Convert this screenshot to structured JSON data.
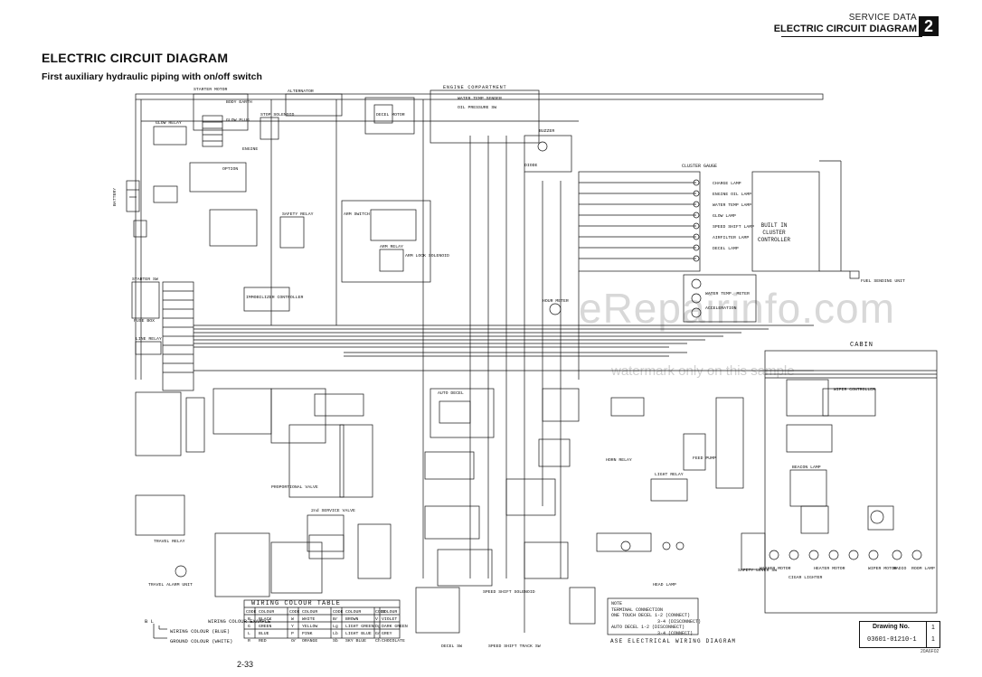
{
  "header": {
    "section": "SERVICE DATA",
    "chapter_title": "ELECTRIC CIRCUIT DIAGRAM",
    "chapter_number": "2"
  },
  "page": {
    "title": "ELECTRIC CIRCUIT DIAGRAM",
    "subtitle": "First auxiliary hydraulic piping with on/off switch",
    "page_number": "2-33"
  },
  "diagram": {
    "engine_compartment": "ENGINE COMPARTMENT",
    "cabin": "CABIN",
    "cluster_gauge": "CLUSTER GAUGE",
    "built_in_cluster_controller": [
      "BUILT IN",
      "CLUSTER",
      "CONTROLLER"
    ],
    "footer_title": "ASE ELECTRICAL WIRING DIAGRAM",
    "component_labels": [
      "STARTER MOTOR",
      "GLOW RELAY",
      "GLOW PLUG",
      "STOP SOLENOID",
      "BODY EARTH",
      "ENGINE",
      "ALTERNATOR",
      "BATTERY",
      "FUSE BOX",
      "LINE RELAY",
      "STARTER SW",
      "IMMOBILIZER CONTROLLER",
      "SAFETY RELAY",
      "ARM SWITCH",
      "ARM RELAY",
      "ARM LOCK SOLENOID",
      "WATER TEMP SENDER",
      "OIL PRESSURE SW",
      "DECEL MOTOR",
      "BUZZER",
      "DIODE",
      "CHARGE LAMP",
      "ENGINE OIL LAMP",
      "WATER TEMP LAMP",
      "GLOW LAMP",
      "SPEED SHIFT LAMP",
      "AIRFILTER LAMP",
      "DECEL LAMP",
      "FUEL SENDING UNIT",
      "WATER TEMP. METER",
      "ACCELERATION",
      "HOUR METER",
      "AUTO DECEL",
      "TRAVEL RELAY",
      "TRAVEL ALARM UNIT",
      "HORN RELAY",
      "LIGHT RELAY",
      "FEED PUMP",
      "SPEED SHIFT SOLENOID",
      "HEAD LAMP",
      "WIPER MOTOR",
      "WIPER CONTROLLER",
      "WASHER MOTOR",
      "HEATER MOTOR",
      "RADIO",
      "BEACON LAMP",
      "CIGAR LIGHTER",
      "ROOM LAMP",
      "SAFETY LEVER SW",
      "DECEL SW",
      "SPEED SHIFT TRACK SW",
      "PROPORTIONAL VALVE",
      "2nd SERVICE VALVE",
      "OPTION"
    ],
    "watermark": "eRepairinfo.com",
    "watermark_sample": "watermark only on this sample"
  },
  "wiring_colour_table": {
    "title": "WIRING COLOUR TABLE",
    "headers": [
      "CODE",
      "COLOUR",
      "CODE",
      "COLOUR",
      "CODE",
      "COLOUR",
      "CODE",
      "COLOUR"
    ],
    "rows": [
      [
        "B",
        "BLACK",
        "W",
        "WHITE",
        "Br",
        "BROWN",
        "V",
        "VIOLET"
      ],
      [
        "G",
        "GREEN",
        "Y",
        "YELLOW",
        "Lg",
        "LIGHT GREEN",
        "Dg",
        "DARK GREEN"
      ],
      [
        "L",
        "BLUE",
        "P",
        "PINK",
        "Lb",
        "LIGHT BLUE",
        "Gr",
        "GREY"
      ],
      [
        "R",
        "RED",
        "Or",
        "ORANGE",
        "Sb",
        "SKY BLUE",
        "Ch",
        "CHOCOLATE"
      ]
    ]
  },
  "legend": {
    "example_code": "B  L",
    "wiring_colour_example": "WIRING COLOUR EXAMPLE",
    "wiring_colour_blue": "WIRING COLOUR (BLUE)",
    "ground_colour_white": "GROUND COLOUR (WHITE)"
  },
  "note": {
    "heading": "NOTE",
    "line1": "TERMINAL CONNECTION",
    "line2": "ONE TOUCH DECEL  1-2 (CONNECT)",
    "line3": "                 3-4 (DISCONNECT)",
    "line4": "AUTO DECEL       1-2 (DISCONNECT)",
    "line5": "                 3-4 (CONNECT)"
  },
  "drawing_box": {
    "label": "Drawing No.",
    "number": "03601-01210-1",
    "sheet": "1",
    "of": "1",
    "code": "20A6F02"
  }
}
